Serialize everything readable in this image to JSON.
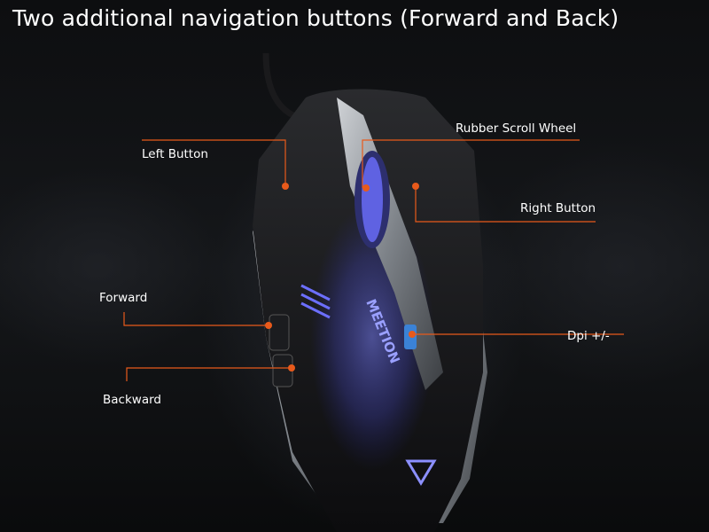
{
  "headline": "Two additional navigation buttons (Forward and Back)",
  "callouts": {
    "left_button": "Left Button",
    "scroll_wheel": "Rubber Scroll Wheel",
    "right_button": "Right Button",
    "forward": "Forward",
    "dpi": "Dpi +/-",
    "backward": "Backward"
  },
  "brand_logo": "MEETION",
  "colors": {
    "callout_line": "#e85a1b",
    "led_glow": "#5a5cff",
    "background": "#0b0c0e"
  }
}
